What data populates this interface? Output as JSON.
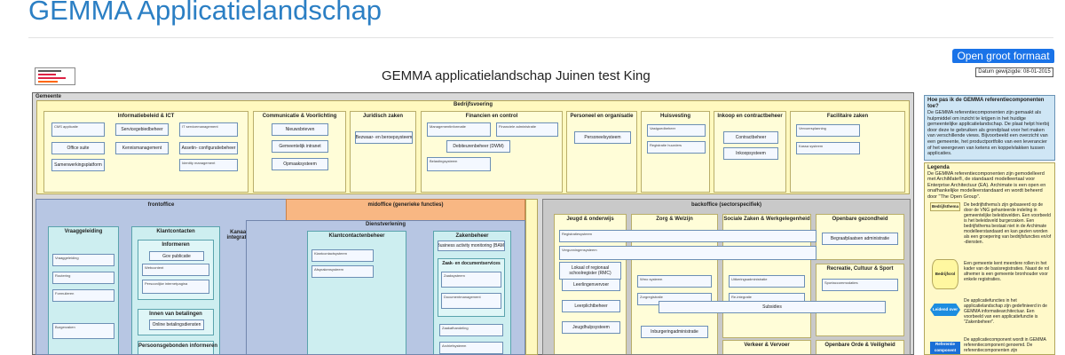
{
  "page": {
    "title": "GEMMA Applicatielandschap",
    "button_label": "Open groot formaat"
  },
  "diagram": {
    "title": "GEMMA applicatielandschap Juinen test King",
    "date": "Datum gewijzigde: 08-01-2015",
    "gemeente_label": "Gemeente",
    "bedrijfsvoering": {
      "label": "Bedrijfsvoering",
      "groups": [
        {
          "label": "Informatiebeleid & ICT",
          "apps": [
            "Servicegebiedbeheer",
            "Office suite",
            "Kennismanagement",
            "Samenwerkingsplatform",
            "Assetin- configuratiebeheer"
          ]
        },
        {
          "label": "Communicatie & Voorlichting",
          "apps": [
            "Nieuwsbrieven",
            "Gemeentelijk intranet",
            "Opmaaksysteem"
          ]
        },
        {
          "label": "Juridisch zaken",
          "apps": [
            "Bezwaar- en beroepsysteem"
          ]
        },
        {
          "label": "Financien en control",
          "apps": [
            "Debiteurenbeheer (DWM)"
          ]
        },
        {
          "label": "Personeel en organisatie",
          "apps": [
            "Personeelsysteem"
          ]
        },
        {
          "label": "Huisvesting",
          "apps": []
        },
        {
          "label": "Inkoop en contractbeheer",
          "apps": [
            "Contractbeheer",
            "Inkoopsysteem"
          ]
        },
        {
          "label": "Facilitaire zaken",
          "apps": []
        }
      ]
    },
    "frontoffice": {
      "label": "frontoffice",
      "groups": {
        "vraaggeleiding": "Vraaggeleiding",
        "klantcontacten": "Klantcontacten",
        "informeren": "Informeren",
        "publicatie": "Gov publicatie",
        "innen": "Innen van betalingen",
        "betaaldiensten": "Online betalingsdiensten",
        "personen": "Persoonsgebonden informeren",
        "kanaal": "Kanaal integratie"
      }
    },
    "midoffice": {
      "label": "midoffice (generieke functies)",
      "dienstverlening": "Dienstverlening",
      "klantcontactbeheer": "Klantcontactenbeheer",
      "zakenbeheer": "Zakenbeheer",
      "bam": "Business activity monitoring (BAM)",
      "zaak_doc": "Zaak- en documentservices"
    },
    "backoffice": {
      "label": "backoffice (sectorspecifiek)",
      "groups": [
        {
          "label": "Jeugd & onderwijs",
          "apps": [
            "Leerlingenvervoer",
            "Leerplichtbeheer",
            "Jeugdhulpsysteem",
            "Lokaal of regionaal schoolregister (RMC)"
          ]
        },
        {
          "label": "Zorg & Welzijn",
          "apps": [
            "Inburgeringadministratie"
          ]
        },
        {
          "label": "Sociale Zaken & Werkgelegenheid",
          "apps": [
            "Subsidies"
          ]
        },
        {
          "label": "Openbare gezondheid",
          "apps": [
            "Begraafplaatsen administratie"
          ]
        },
        {
          "label": "Recreatie, Cultuur & Sport",
          "apps": []
        },
        {
          "label": "Verkeer & Vervoer",
          "apps": []
        },
        {
          "label": "Openbare Orde & Veiligheid",
          "apps": []
        }
      ]
    }
  },
  "help": {
    "title": "Hoe pas ik de GEMMA referentiecomponenten toe?",
    "body": "De GEMMA referentiecomponenten zijn gemaakt als hulpmiddel om inzicht te krijgen in het huidige gemeentelijke applicatielandschap. De plaat helpt hierbij door deze te gebruiken als grondplaat voor het maken van verschillende views. Bijvoorbeeld een overzicht van een gemeente, het productportfolio van een leverancier of het weergeven van ketens en koppelvlakken tussen applicaties."
  },
  "legend": {
    "title": "Legenda",
    "intro": "De GEMMA referentiecomponenten zijn gemodelleerd met ArchiMate®, de standaard modelleertaal voor Enterprise Architectuur (EA). Archimate is een open en onafhankelijke modelleerstandaard en wordt beheerd door \"The Open Group\".",
    "items": [
      {
        "swatch": "Bedrijfsthema",
        "color": "#fff9bf",
        "text": "De bedrijfsthema's zijn gebaseerd op de door de VNG gehanteerde indeling in gemeentelijke beleidsvelden. Een voorbeeld is het beleidsveld burgerzaken. Een bedrijfsthema bestaat niet in de Archimate modelleerstandaard en kan gezien worden als een groepering van bedrijfsfuncties en/of -diensten."
      },
      {
        "swatch": "Bedrijfsrol",
        "color": "#fff7a0",
        "text": "Een gemeente kent meerdere rollen in het kader van de basisregistraties. Naast de rol afnemer is een gemeente bronhouder voor enkele registraties."
      },
      {
        "swatch": "Leidend over",
        "color": "#1c8de0",
        "text": "De applicatiefuncties in het applicatielandschap zijn gedefinieerd in de GEMMA informatiearchitectuur. Een voorbeeld van een applicatiefunctie is \"Zakenbeheer\"."
      },
      {
        "swatch": "Referentie component",
        "color": "#1a6fd6",
        "text": "De applicatiecomponent wordt in GEMMA referentiecomponent genoemd. De referentiecomponenten zijn"
      }
    ]
  },
  "colors": {
    "page_title": "#2b7fc4",
    "button": "#1a73e8",
    "bedrijfsvoering": "#fff9bf",
    "frontoffice": "#b7c6e3",
    "midoffice": "#f8b783",
    "backoffice": "#c9c9c9",
    "application": "#f4f8ff"
  }
}
